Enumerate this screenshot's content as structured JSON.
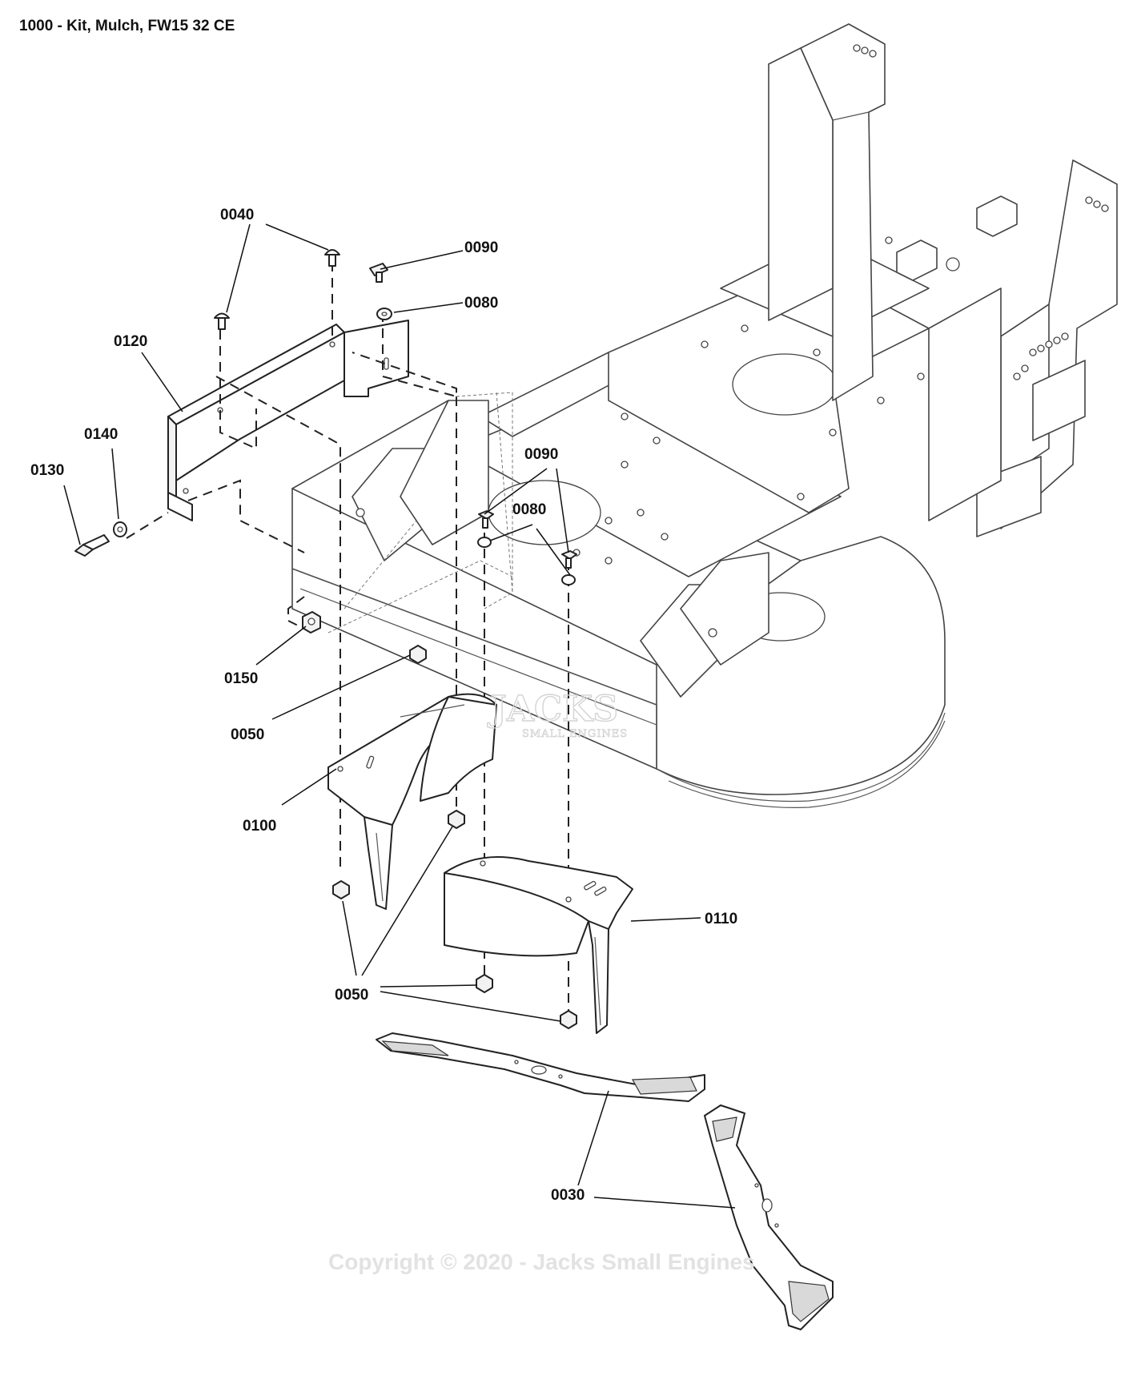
{
  "title": "1000 - Kit, Mulch, FW15 32 CE",
  "callouts": {
    "c0040": "0040",
    "c0090_top": "0090",
    "c0080_top": "0080",
    "c0120": "0120",
    "c0140": "0140",
    "c0130": "0130",
    "c0090_mid": "0090",
    "c0080_mid": "0080",
    "c0150": "0150",
    "c0050_a": "0050",
    "c0100": "0100",
    "c0110": "0110",
    "c0050_b": "0050",
    "c0030": "0030"
  },
  "watermark": {
    "brand": "JACKS",
    "sub": "SMALL ENGINES",
    "copyright": "Copyright © 2020 - Jacks Small Engines"
  }
}
